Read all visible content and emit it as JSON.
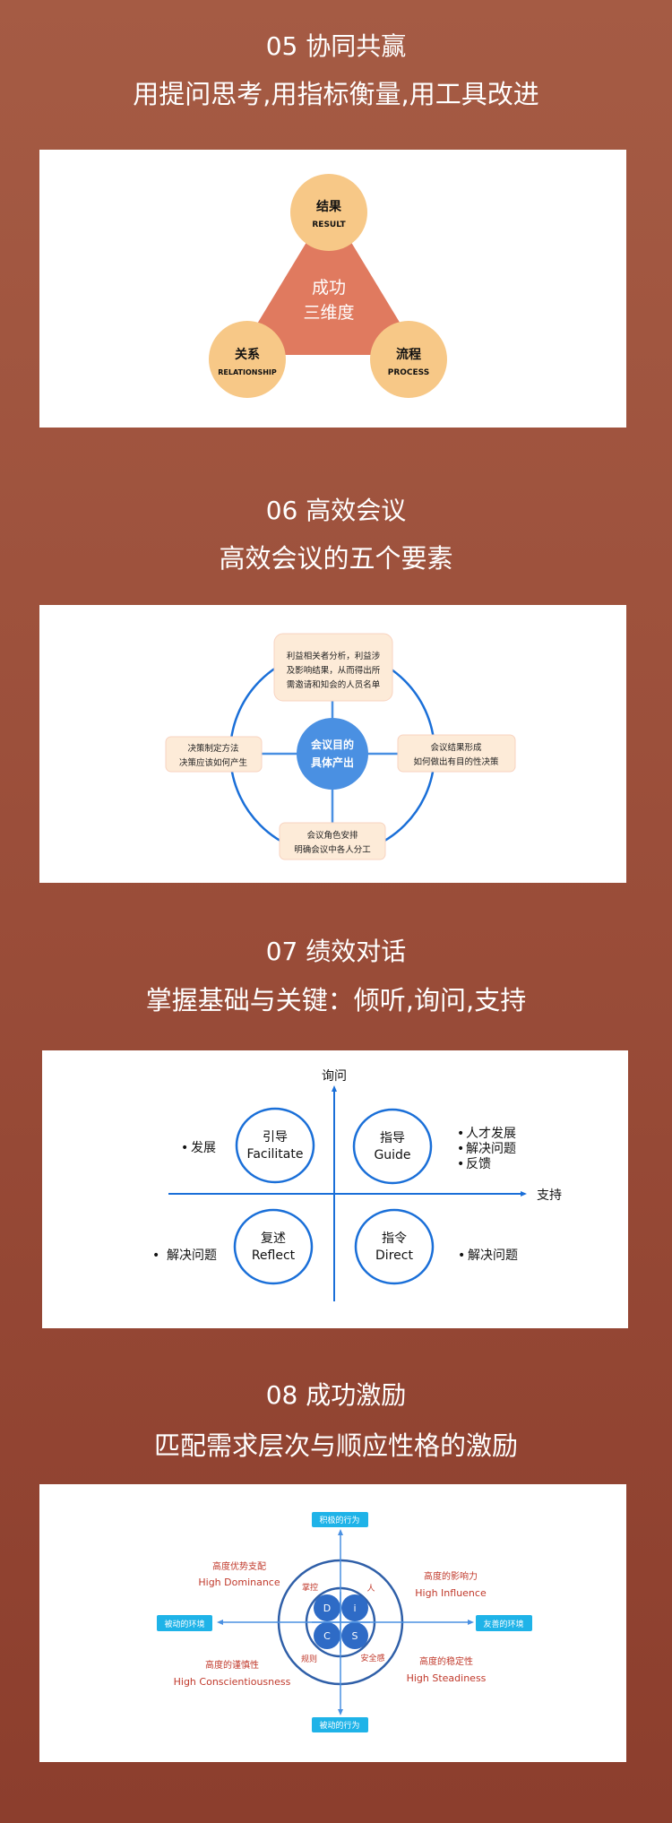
{
  "sections": [
    {
      "title": "05 协同共赢",
      "subtitle": "用提问思考,用指标衡量,用工具改进"
    },
    {
      "title": "06 高效会议",
      "subtitle": "高效会议的五个要素"
    },
    {
      "title": "07 绩效对话",
      "subtitle": "掌握基础与关键：倾听,询问,支持"
    },
    {
      "title": "08 成功激励",
      "subtitle": "匹配需求层次与顺应性格的激励"
    }
  ],
  "success": {
    "center": [
      "成功",
      "三维度"
    ],
    "nodes": [
      {
        "cn": "结果",
        "en": "RESULT"
      },
      {
        "cn": "关系",
        "en": "RELATIONSHIP"
      },
      {
        "cn": "流程",
        "en": "PROCESS"
      }
    ],
    "colors": {
      "triangle": "#e07a5f",
      "circle": "#f7c887"
    }
  },
  "meeting": {
    "center": [
      "会议目的",
      "具体产出"
    ],
    "top": [
      "利益相关者分析，利益涉",
      "及影响结果，从而得出所",
      "需邀请和知会的人员名单"
    ],
    "left": [
      "决策制定方法",
      "决策应该如何产生"
    ],
    "right": [
      "会议结果形成",
      "如何做出有目的性决策"
    ],
    "bottom": [
      "会议角色安排",
      "明确会议中各人分工"
    ]
  },
  "dialogue": {
    "y_axis": "询问",
    "x_axis": "支持",
    "quadrants": [
      {
        "cn": "引导",
        "en": "Facilitate",
        "notes": [
          "发展"
        ]
      },
      {
        "cn": "指导",
        "en": "Guide",
        "notes": [
          "人才发展",
          "解决问题",
          "反馈"
        ]
      },
      {
        "cn": "复述",
        "en": "Reflect",
        "notes": [
          "解决问题"
        ]
      },
      {
        "cn": "指令",
        "en": "Direct",
        "notes": [
          "解决问题"
        ]
      }
    ]
  },
  "disc": {
    "top": "积极的行为",
    "bottom": "被动的行为",
    "left": "被动的环境",
    "right": "友善的环境",
    "letters": [
      "D",
      "i",
      "C",
      "S"
    ],
    "inner_labels": [
      "掌控",
      "人",
      "规则",
      "安全感"
    ],
    "styles": [
      {
        "cn": "高度优势支配",
        "en": "High Dominance"
      },
      {
        "cn": "高度的影响力",
        "en": "High Influence"
      },
      {
        "cn": "高度的谨慎性",
        "en": "High Conscientiousness"
      },
      {
        "cn": "高度的稳定性",
        "en": "High Steadiness"
      }
    ]
  }
}
